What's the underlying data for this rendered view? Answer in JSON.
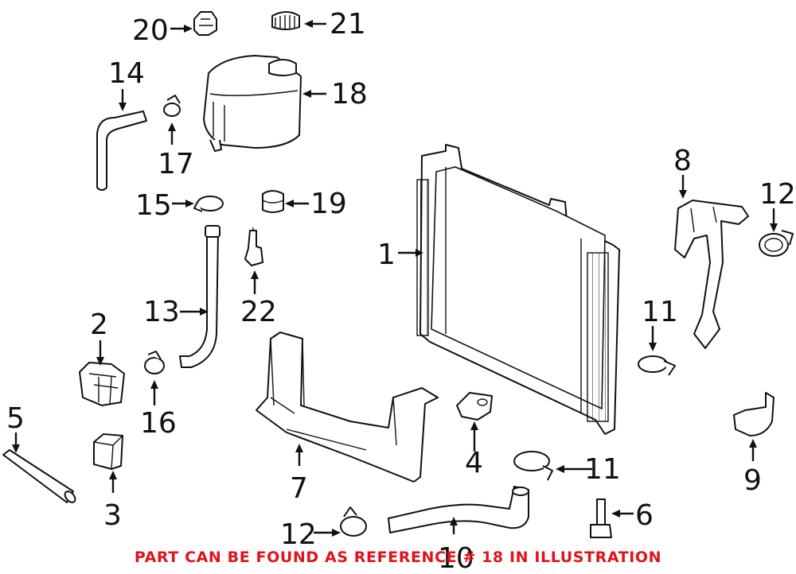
{
  "callouts": {
    "n1": "1",
    "n2": "2",
    "n3": "3",
    "n4": "4",
    "n5": "5",
    "n6": "6",
    "n7": "7",
    "n8": "8",
    "n9": "9",
    "n10": "10",
    "n11a": "11",
    "n11b": "11",
    "n12a": "12",
    "n12b": "12",
    "n13": "13",
    "n14": "14",
    "n15": "15",
    "n16": "16",
    "n17": "17",
    "n18": "18",
    "n19": "19",
    "n20": "20",
    "n21": "21",
    "n22": "22"
  },
  "notice": "PART CAN BE FOUND AS REFERENCE # 18 IN ILLUSTRATION",
  "colors": {
    "notice": "#e0141c",
    "line": "#111111"
  }
}
